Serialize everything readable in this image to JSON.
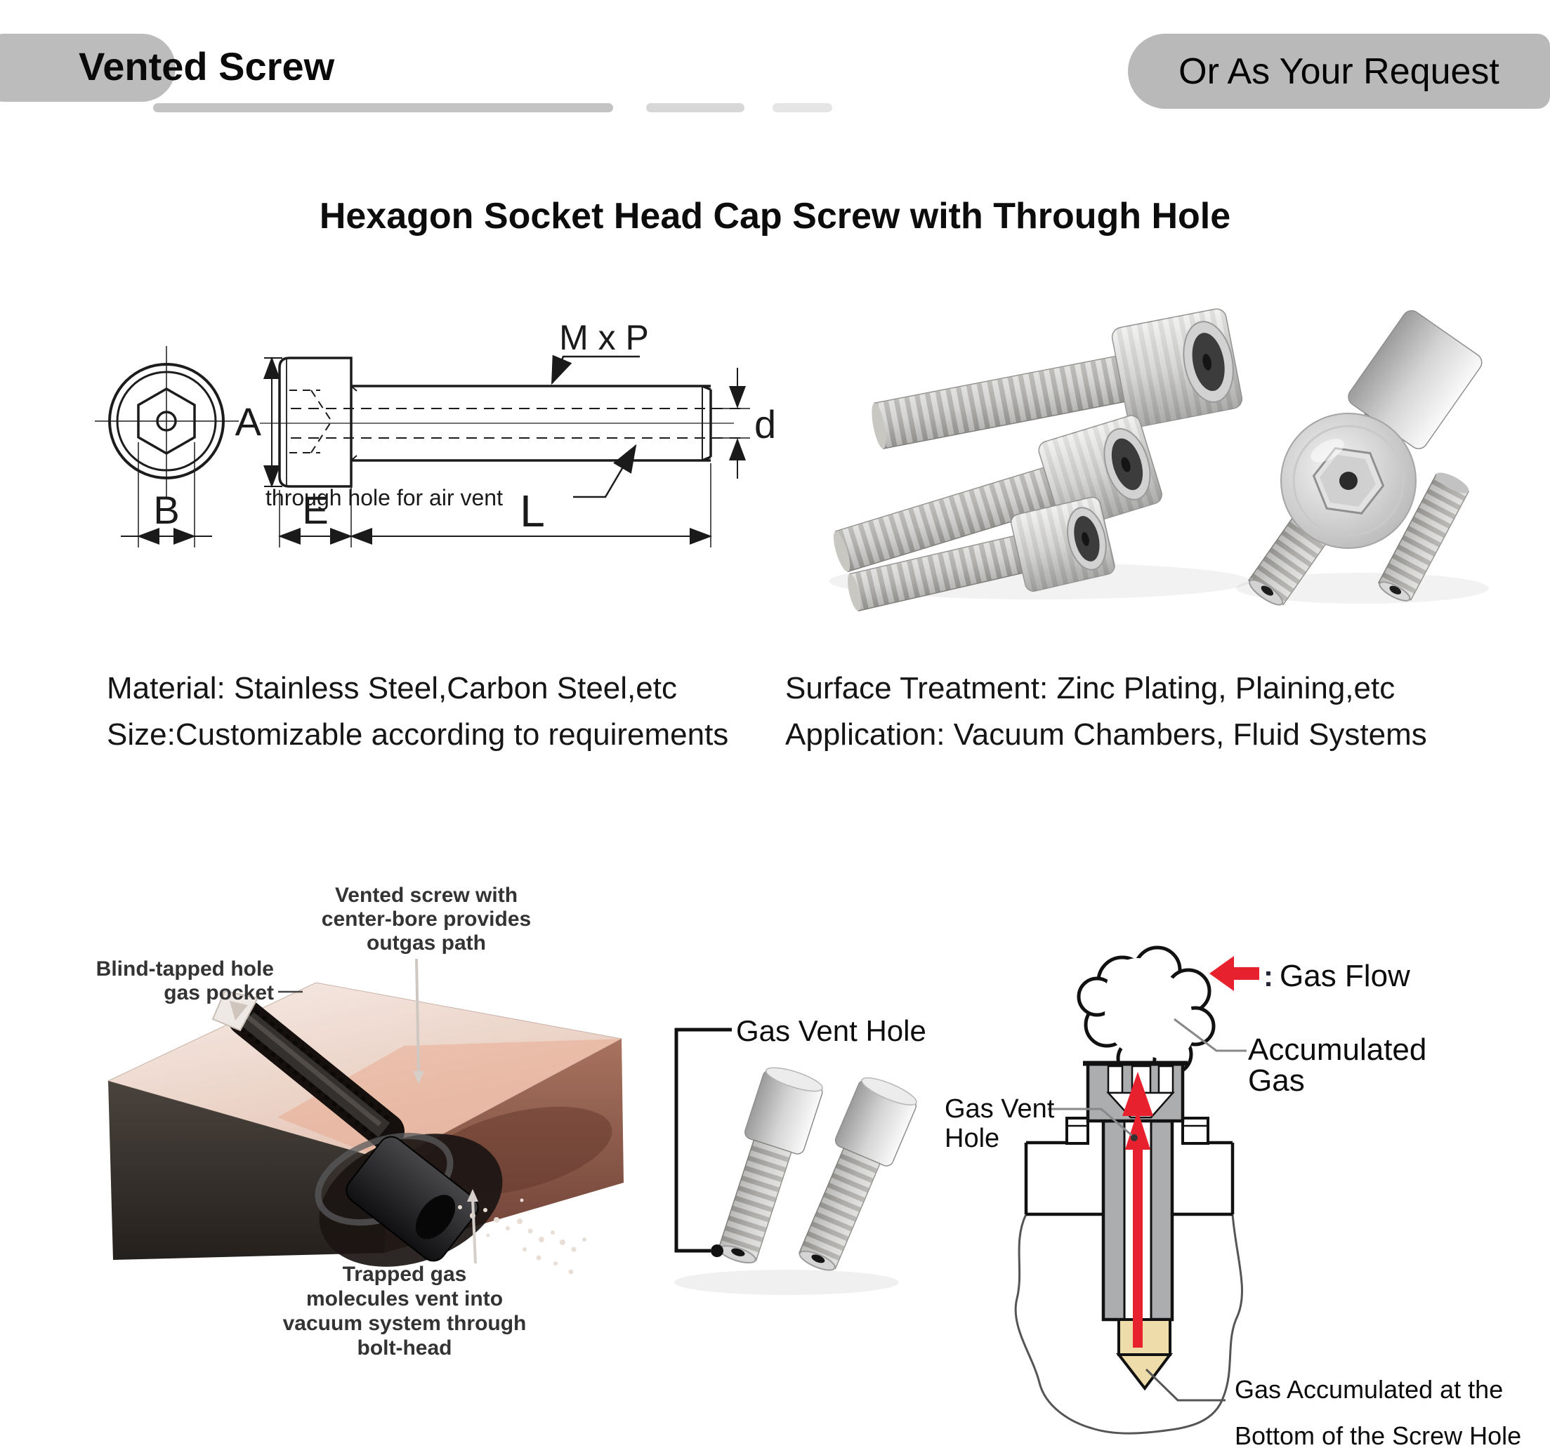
{
  "header": {
    "title": "Vented Screw",
    "request_button": "Or As Your Request"
  },
  "main_title": "Hexagon Socket Head Cap Screw with Through Hole",
  "drawing": {
    "thread_label": "M x P",
    "dim_a": "A",
    "dim_b": "B",
    "dim_e": "E",
    "dim_l": "L",
    "dim_d": "d",
    "through_hole_label": "through hole for air vent"
  },
  "specs": {
    "material": "Material: Stainless Steel,Carbon Steel,etc",
    "size": "Size:Customizable according to requirements",
    "surface": "Surface Treatment: Zinc Plating, Plaining,etc",
    "application": "Application: Vacuum Chambers, Fluid Systems"
  },
  "block_diagram": {
    "top_label": [
      "Vented screw with",
      "center-bore provides",
      "outgas path"
    ],
    "left_label": [
      "Blind-tapped hole",
      "gas pocket"
    ],
    "bottom_label": [
      "Trapped gas",
      "molecules vent into",
      "vacuum system through",
      "bolt-head"
    ]
  },
  "vent_photo": {
    "label": "Gas Vent Hole"
  },
  "flow_diagram": {
    "legend_colon": ":",
    "legend": "Gas Flow",
    "accumulated": [
      "Accumulated",
      "Gas"
    ],
    "vent_hole": [
      "Gas Vent",
      "Hole"
    ],
    "bottom_note": [
      "Gas Accumulated at the",
      "Bottom of the Screw Hole"
    ]
  },
  "colors": {
    "accent_red": "#e8212e",
    "steel_gray": "#abadaf",
    "gas_pocket_tan": "#efdcab",
    "pill_gray": "#bcbcbc"
  }
}
